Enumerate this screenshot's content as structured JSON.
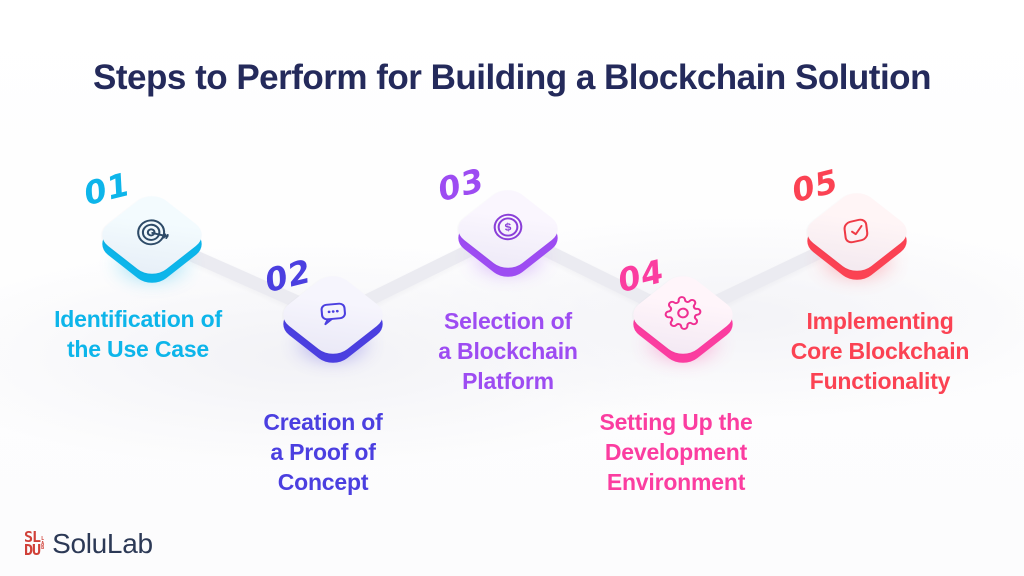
{
  "title": "Steps to Perform for Building a Blockchain Solution",
  "title_color": "#242a5b",
  "connector_color": "#ebebf1",
  "steps": [
    {
      "number": "01",
      "lines": [
        "Identification of",
        "the Use Case"
      ],
      "color": "#0db5ea",
      "icon_color": "#2e4b68",
      "icon": "target-arrow-icon"
    },
    {
      "number": "02",
      "lines": [
        "Creation of",
        "a Proof of",
        "Concept"
      ],
      "color": "#4b3fe0",
      "icon_color": "#4b3fe0",
      "icon": "chat-dots-icon"
    },
    {
      "number": "03",
      "lines": [
        "Selection of",
        "a Blockchain",
        "Platform"
      ],
      "color": "#9d4cf2",
      "icon_color": "#8a3fd8",
      "icon": "dollar-coin-icon"
    },
    {
      "number": "04",
      "lines": [
        "Setting Up the",
        "Development",
        "Environment"
      ],
      "color": "#fb3da0",
      "icon_color": "#ef2f92",
      "icon": "gear-icon"
    },
    {
      "number": "05",
      "lines": [
        "Implementing",
        "Core Blockchain",
        "Functionality"
      ],
      "color": "#fb4253",
      "icon_color": "#ef3a46",
      "icon": "check-tag-icon"
    }
  ],
  "footer": {
    "brand": "SoluLab",
    "logo_mark_color": "#d04038",
    "logo_mark_lines": [
      "SL",
      "DU"
    ],
    "logo_mark_side": [
      "L",
      "A",
      "B"
    ]
  }
}
